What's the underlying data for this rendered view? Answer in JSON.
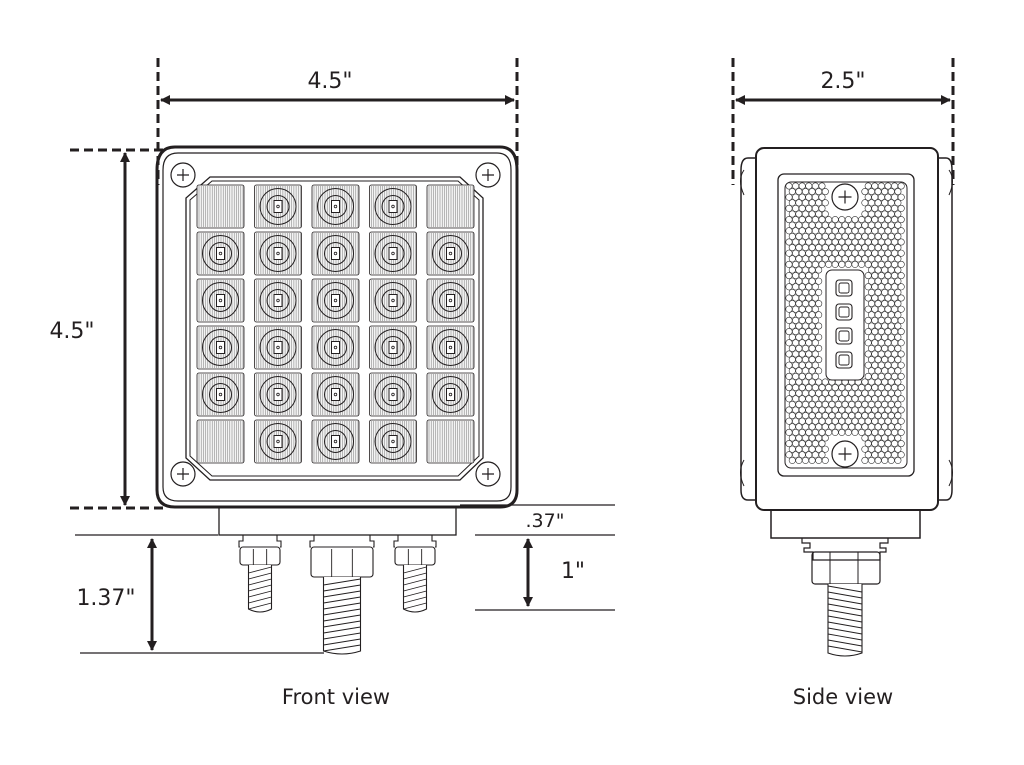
{
  "front_view": {
    "caption": "Front view",
    "width_label": "4.5\"",
    "height_label": "4.5\"",
    "stud_length_label": "1.37\"",
    "base_depth_label": ".37\"",
    "small_stud_label": "1\"",
    "led_grid": {
      "rows": 6,
      "cols": 5,
      "empty_corners": true
    }
  },
  "side_view": {
    "caption": "Side view",
    "width_label": "2.5\"",
    "led_count": 4
  },
  "colors": {
    "ink": "#231f20",
    "background": "#ffffff"
  }
}
